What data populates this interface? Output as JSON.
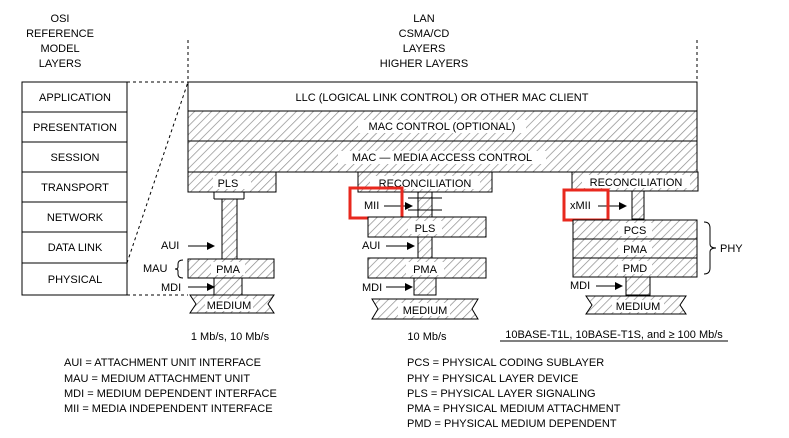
{
  "headers": {
    "osi": [
      "OSI",
      "REFERENCE",
      "MODEL",
      "LAYERS"
    ],
    "lan": [
      "LAN",
      "CSMA/CD",
      "LAYERS"
    ],
    "higher": "HIGHER LAYERS"
  },
  "osi_layers": [
    "APPLICATION",
    "PRESENTATION",
    "SESSION",
    "TRANSPORT",
    "NETWORK",
    "DATA LINK",
    "PHYSICAL"
  ],
  "layers": {
    "llc": "LLC (LOGICAL LINK CONTROL) OR OTHER MAC CLIENT",
    "mac_control": "MAC CONTROL (OPTIONAL)",
    "mac": "MAC — MEDIA ACCESS CONTROL"
  },
  "stack1": {
    "pls": "PLS",
    "aui": "AUI",
    "mau": "MAU",
    "pma": "PMA",
    "mdi": "MDI",
    "medium": "MEDIUM",
    "speed": "1 Mb/s, 10 Mb/s"
  },
  "stack2": {
    "reconciliation": "RECONCILIATION",
    "mii": "MII",
    "pls": "PLS",
    "aui": "AUI",
    "pma": "PMA",
    "mdi": "MDI",
    "medium": "MEDIUM",
    "speed": "10 Mb/s"
  },
  "stack3": {
    "reconciliation": "RECONCILIATION",
    "xmii": "xMII",
    "pcs": "PCS",
    "pma": "PMA",
    "pmd": "PMD",
    "phy": "PHY",
    "mdi": "MDI",
    "medium": "MEDIUM",
    "speed": "10BASE-T1L, 10BASE-T1S, and ≥ 100 Mb/s"
  },
  "legend_left": [
    "AUI = ATTACHMENT UNIT INTERFACE",
    "MAU = MEDIUM ATTACHMENT UNIT",
    "MDI = MEDIUM DEPENDENT INTERFACE",
    "MII = MEDIA INDEPENDENT INTERFACE"
  ],
  "legend_right": [
    "PCS = PHYSICAL CODING SUBLAYER",
    "PHY = PHYSICAL LAYER DEVICE",
    "PLS = PHYSICAL LAYER SIGNALING",
    "PMA = PHYSICAL MEDIUM ATTACHMENT",
    "PMD = PHYSICAL MEDIUM DEPENDENT"
  ],
  "colors": {
    "highlight": "#e8281e",
    "line": "#000000",
    "hatch": "#777777"
  }
}
